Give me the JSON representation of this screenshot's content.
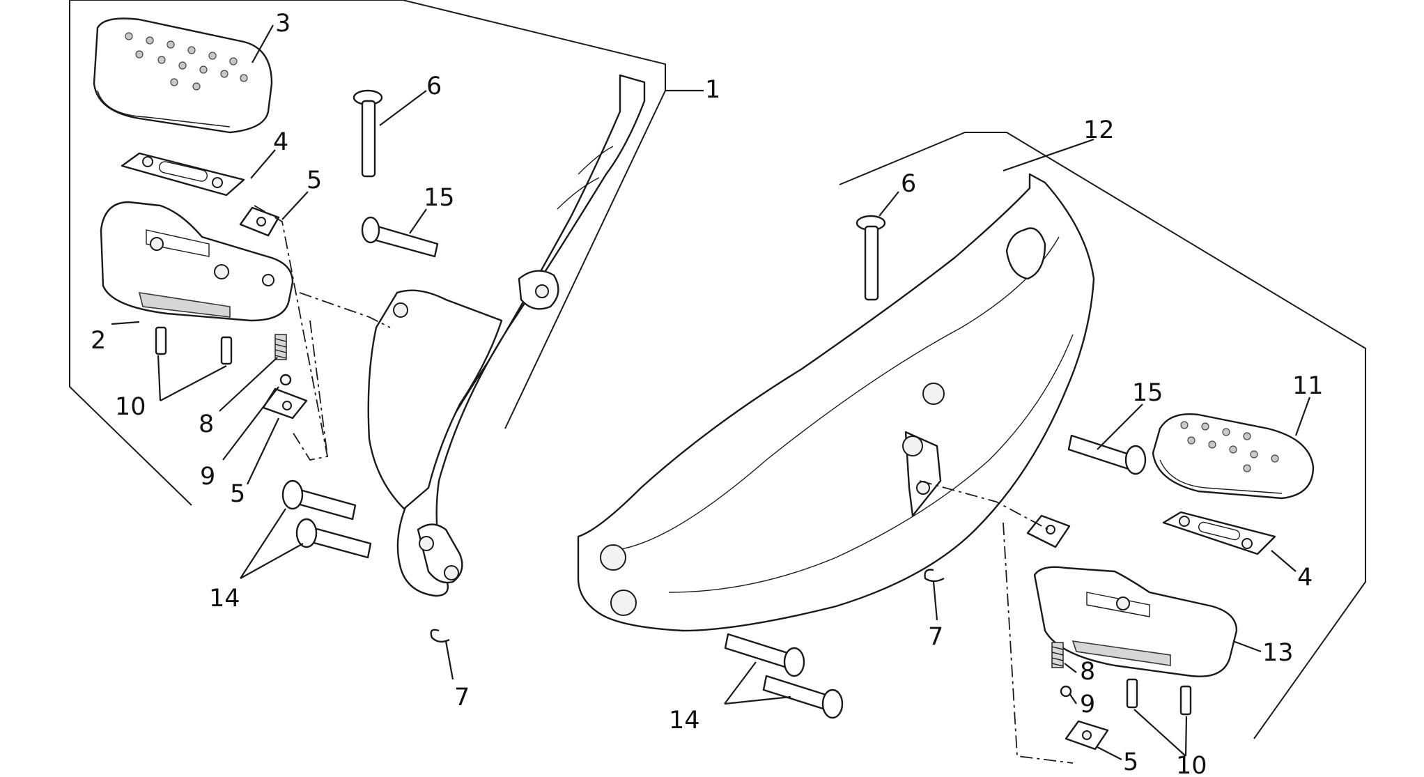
{
  "diagram": {
    "callouts": {
      "l1": "1",
      "l2": "2",
      "l3": "3",
      "l4": "4",
      "l5a": "5",
      "l5b": "5",
      "l6": "6",
      "l7": "7",
      "l8": "8",
      "l9": "9",
      "l10": "10",
      "l14": "14",
      "l15": "15",
      "r4": "4",
      "r5": "5",
      "r6": "6",
      "r7": "7",
      "r8": "8",
      "r9": "9",
      "r10": "10",
      "r11": "11",
      "r12": "12",
      "r13": "13",
      "r14": "14",
      "r15": "15"
    }
  }
}
